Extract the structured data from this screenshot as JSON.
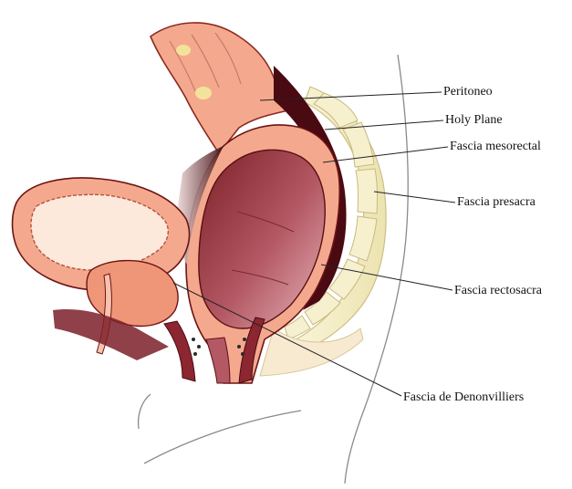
{
  "labels": {
    "peritoneo": "Peritoneo",
    "holy_plane": "Holy Plane",
    "fascia_mesorectal": "Fascia mesorectal",
    "fascia_presacra": "Fascia presacra",
    "fascia_rectosacra": "Fascia rectosacra",
    "fascia_denonvilliers": "Fascia de Denonvilliers"
  },
  "colors": {
    "outline": "#5a1010",
    "flesh": "#f4a98e",
    "flesh_light": "#f9c7b2",
    "rectum_dark": "#7c1f28",
    "rectum_mid": "#b65866",
    "mesorectum_dark": "#4a0a12",
    "bone": "#f3ecc6",
    "bone_edge": "#cdbf86",
    "bladder_lumen": "#fde9dc",
    "skin_line": "#777777"
  }
}
